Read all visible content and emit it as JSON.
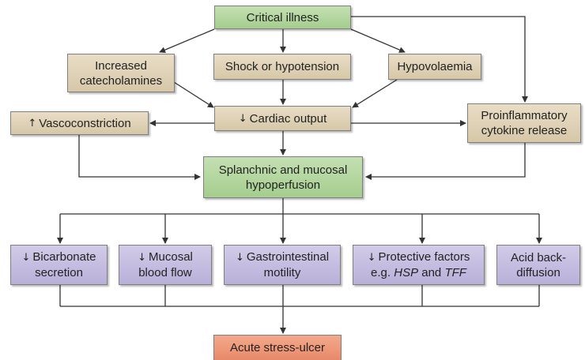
{
  "nodes": {
    "critical_illness": "Critical illness",
    "increased_catecholamines_1": "Increased",
    "increased_catecholamines_2": "catecholamines",
    "shock": "Shock or hypotension",
    "hypovolaemia": "Hypovolaemia",
    "vasoconstriction": "Vascoconstriction",
    "cardiac_output": "Cardiac output",
    "proinflammatory_1": "Proinflammatory",
    "proinflammatory_2": "cytokine release",
    "splanchnic_1": "Splanchnic and mucosal",
    "splanchnic_2": "hypoperfusion",
    "bicarbonate_1": "Bicarbonate",
    "bicarbonate_2": "secretion",
    "mucosal_blood_1": "Mucosal",
    "mucosal_blood_2": "blood flow",
    "gi_motility_1": "Gastrointestinal",
    "gi_motility_2": "motility",
    "protective_1": "Protective factors",
    "protective_2_prefix": "e.g. ",
    "protective_2_hsp": "HSP",
    "protective_2_and": " and ",
    "protective_2_tff": "TFF",
    "acid_backdiffusion_1": "Acid back-",
    "acid_backdiffusion_2": "diffusion",
    "acute_stress_ulcer": "Acute stress-ulcer"
  },
  "symbols": {
    "up": "↑",
    "down": "↓"
  },
  "colors": {
    "green": "#b4d79f",
    "tan": "#dfd2b7",
    "purple": "#c5bde0",
    "red": "#ee9878",
    "line": "#333333"
  }
}
